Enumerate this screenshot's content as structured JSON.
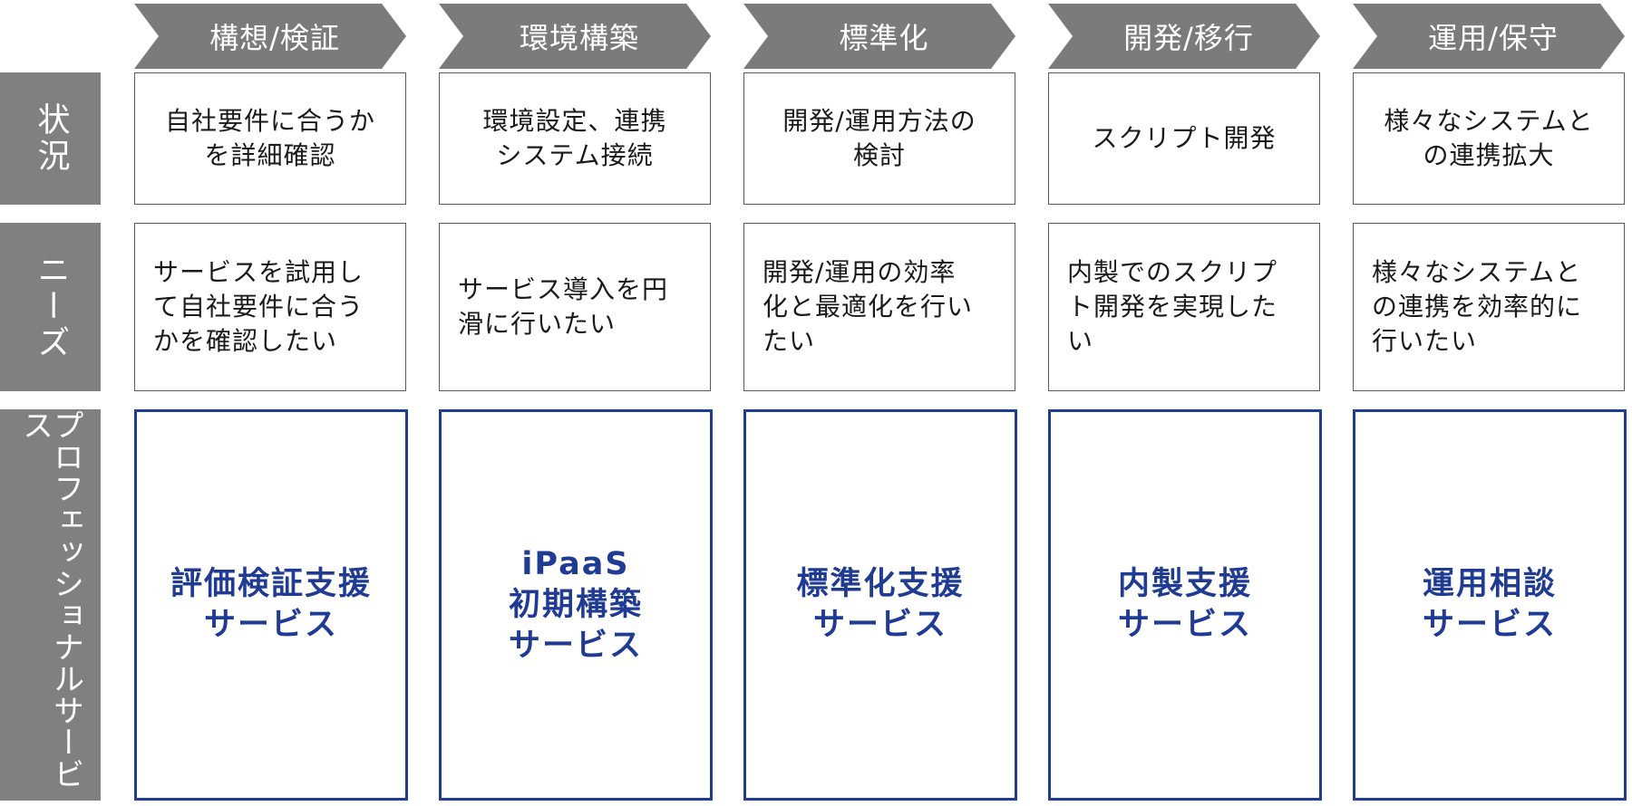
{
  "phases": [
    "構想/検証",
    "環境構築",
    "標準化",
    "開発/移行",
    "運用/保守"
  ],
  "rows": {
    "status_label": "状況",
    "needs_label": "ニーズ",
    "services_label": "プロフェッショナルサービス"
  },
  "status": [
    "自社要件に合うか\nを詳細確認",
    "環境設定、連携\nシステム接続",
    "開発/運用方法の\n検討",
    "スクリプト開発",
    "様々なシステムと\nの連携拡大"
  ],
  "needs": [
    "サービスを試用し\nて自社要件に合う\nかを確認したい",
    "サービス導入を円\n滑に行いたい",
    "開発/運用の効率\n化と最適化を行い\nたい",
    "内製でのスクリプ\nト開発を実現した\nい",
    "様々なシステムと\nの連携を効率的に\n行いたい"
  ],
  "services": [
    "評価検証支援\nサービス",
    "iPaaS\n初期構築\nサービス",
    "標準化支援\nサービス",
    "内製支援\nサービス",
    "運用相談\nサービス"
  ]
}
